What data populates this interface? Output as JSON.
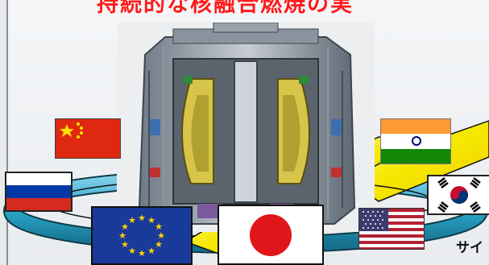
{
  "headline": "持続的な核融合燃焼の実",
  "caption": "サイ",
  "flags": {
    "china": "china-flag",
    "india": "india-flag",
    "russia": "russia-flag",
    "korea": "korea-flag",
    "eu": "eu-flag",
    "japan": "japan-flag",
    "usa": "usa-flag"
  },
  "colors": {
    "headline": "#ff1a1a",
    "ring_teal": "#2aa6c8",
    "arrow_yellow": "#f6e800",
    "japan_red": "#e0161b",
    "eu_blue": "#1a3a9a",
    "eu_stars": "#ffd400"
  }
}
